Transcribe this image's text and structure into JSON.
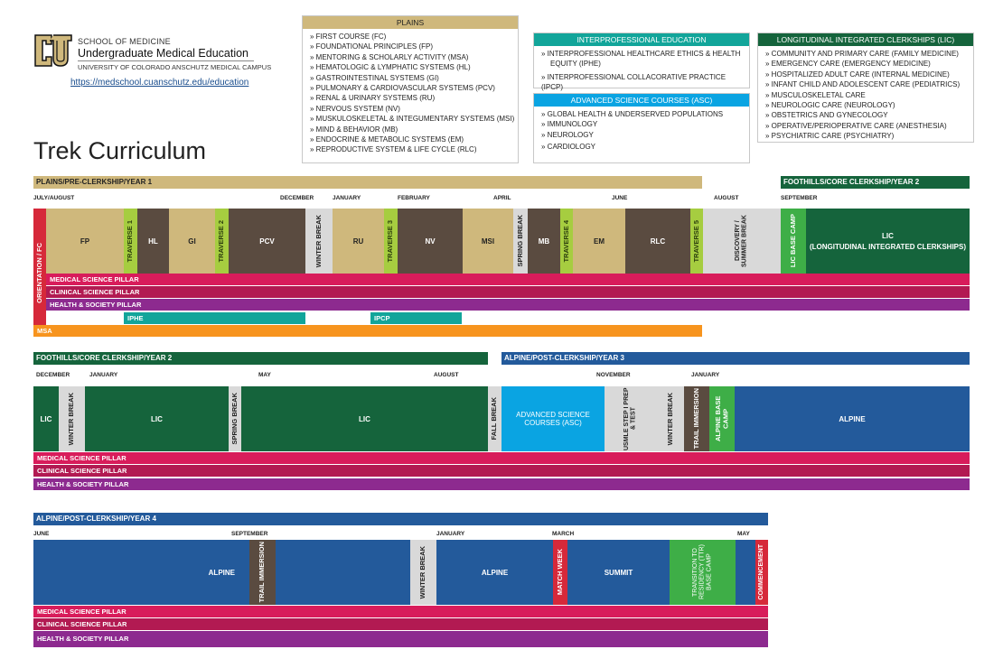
{
  "header": {
    "school_small": "SCHOOL OF MEDICINE",
    "school_big": "Undergraduate Medical Education",
    "campus": "UNIVERSITY OF COLORADO ANSCHUTZ MEDICAL CAMPUS",
    "link": "https://medschool.cuanschutz.edu/education",
    "title": "Trek Curriculum"
  },
  "legend": {
    "plains": {
      "title": "PLAINS",
      "items": [
        "FIRST COURSE (FC)",
        "FOUNDATIONAL PRINCIPLES (FP)",
        "MENTORING & SCHOLARLY ACTIVITY (MSA)",
        "HEMATOLOGIC & LYMPHATIC SYSTEMS (HL)",
        "GASTROINTESTINAL SYSTEMS (GI)",
        "PULMONARY & CARDIOVASCULAR SYSTEMS (PCV)",
        "RENAL & URINARY SYSTEMS (RU)",
        "NERVOUS SYSTEM (NV)",
        "MUSKULOSKELETAL & INTEGUMENTARY SYSTEMS (MSI)",
        "MIND & BEHAVIOR (MB)",
        "ENDOCRINE & METABOLIC SYSTEMS (EM)",
        "REPRODUCTIVE SYSTEM & LIFE CYCLE (RLC)"
      ]
    },
    "ipe": {
      "title": "INTERPROFESSIONAL EDUCATION",
      "items": [
        "INTERPROFESSIONAL HEALTHCARE ETHICS & HEALTH EQUITY (IPHE)",
        "INTERPROFESSIONAL COLLACORATIVE PRACTICE (IPCP)"
      ]
    },
    "asc": {
      "title": "ADVANCED SCIENCE COURSES (ASC)",
      "items": [
        "GLOBAL HEALTH & UNDERSERVED POPULATIONS",
        "IMMUNOLOGY",
        "NEUROLOGY",
        "CARDIOLOGY"
      ]
    },
    "lic": {
      "title": "LONGITUDINAL INTEGRATED CLERKSHIPS (LIC)",
      "items": [
        "COMMUNITY AND PRIMARY CARE (FAMILY MEDICINE)",
        "EMERGENCY CARE (EMERGENCY MEDICINE)",
        "HOSPITALIZED ADULT CARE (INTERNAL MEDICINE)",
        "INFANT CHILD AND ADOLESCENT CARE (PEDIATRICS)",
        "MUSCULOSKELETAL CARE",
        "NEUROLOGIC CARE (NEUROLOGY)",
        "OBSTETRICS AND GYNECOLOGY",
        "OPERATIVE/PERIOPERATIVE CARE (ANESTHESIA)",
        "PSYCHIATRIC CARE (PSYCHIATRY)"
      ]
    }
  },
  "sections": {
    "y1": {
      "header": "PLAINS/PRE-CLERKSHIP/YEAR 1",
      "header2": "FOOTHILLS/CORE CLERKSHIP/YEAR 2",
      "months": [
        "JULY/AUGUST",
        "DECEMBER",
        "JANUARY",
        "FEBRUARY",
        "APRIL",
        "JUNE",
        "AUGUST",
        "SEPTEMBER"
      ],
      "blocks": [
        "ORIENTATION / FC",
        "FP",
        "TRAVERSE 1",
        "HL",
        "GI",
        "TRAVERSE 2",
        "PCV",
        "WINTER BREAK",
        "RU",
        "TRAVERSE 3",
        "NV",
        "MSI",
        "SPRING BREAK",
        "MB",
        "TRAVERSE 4",
        "EM",
        "RLC",
        "TRAVERSE 5",
        "DISCOVERY / SUMMER BREAK",
        "LIC BASE CAMP",
        "LIC",
        "(LONGITUDINAL INTEGRATED CLERKSHIPS)"
      ],
      "bars": [
        "MEDICAL SCIENCE PILLAR",
        "CLINICAL SCIENCE PILLAR",
        "HEALTH & SOCIETY PILLAR",
        "IPHE",
        "IPCP",
        "MSA"
      ]
    },
    "y2": {
      "header": "FOOTHILLS/CORE CLERKSHIP/YEAR 2",
      "header2": "ALPINE/POST-CLERKSHIP/YEAR 3",
      "months": [
        "DECEMBER",
        "JANUARY",
        "MAY",
        "AUGUST",
        "NOVEMBER",
        "JANUARY"
      ],
      "blocks": [
        "LIC",
        "WINTER BREAK",
        "LIC",
        "SPRING BREAK",
        "LIC",
        "FALL BREAK",
        "ADVANCED SCIENCE COURSES (ASC)",
        "USMLE STEP I PREP & TEST",
        "WINTER BREAK",
        "TRAIL IMMERSION",
        "ALPINE BASE CAMP",
        "ALPINE"
      ],
      "bars": [
        "MEDICAL SCIENCE PILLAR",
        "CLINICAL SCIENCE PILLAR",
        "HEALTH & SOCIETY PILLAR"
      ]
    },
    "y4": {
      "header": "ALPINE/POST-CLERKSHIP/YEAR 4",
      "months": [
        "JUNE",
        "SEPTEMBER",
        "JANUARY",
        "MARCH",
        "MAY"
      ],
      "blocks": [
        "ALPINE",
        "TRAIL IMMERSION",
        "WINTER BREAK",
        "ALPINE",
        "MATCH WEEK",
        "SUMMIT",
        "TRANSITION TO RESIDENCY (TTR) BASE CAMP",
        "COMMENCEMENT"
      ],
      "bars": [
        "MEDICAL SCIENCE PILLAR",
        "CLINICAL SCIENCE PILLAR",
        "HEALTH & SOCIETY PILLAR"
      ]
    }
  }
}
